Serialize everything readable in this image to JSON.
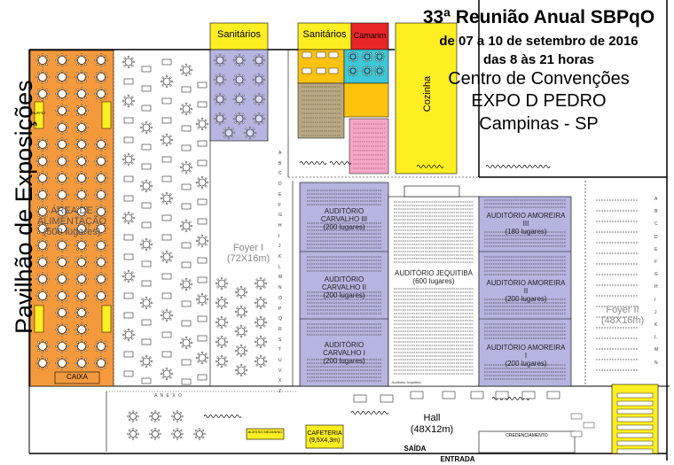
{
  "header": {
    "event": "33ª Reunião Anual SBPqO",
    "dates": "de 07 a 10 de setembro de 2016",
    "hours": "das 8 às 21 horas",
    "venue_1": "Centro de Convenções",
    "venue_2": "EXPO D PEDRO",
    "city": "Campinas - SP"
  },
  "pavilion": "Pavilhão de Exposições",
  "food_area": {
    "name": "ÁREA DE ALIMENTAÇÃO",
    "capacity": "(500 lugares)",
    "cashier": "CAIXA",
    "buffet": "BUFFET"
  },
  "restrooms": {
    "left": "Sanitários",
    "right": "Sanitários",
    "dressing": "Camarim"
  },
  "kitchen": "Cozinha",
  "foyer_1": {
    "name": "Foyer I",
    "size": "(72X16m)"
  },
  "foyer_2": {
    "name": "Foyer II",
    "size": "(48X16m)"
  },
  "auditoria": {
    "carvalho_3": {
      "name": "AUDITÓRIO CARVALHO III",
      "seats": "(200 lugares)"
    },
    "carvalho_2": {
      "name": "AUDITÓRIO CARVALHO II",
      "seats": "(200 lugares)"
    },
    "carvalho_1": {
      "name": "AUDITÓRIO CARVALHO I",
      "seats": "(200 lugares)"
    },
    "jequitiba": {
      "name": "AUDITÓRIO JEQUITIBÁ",
      "seats": "(600 lugares)"
    },
    "amoreira_3": {
      "name": "AUDITÓRIO AMOREIRA III",
      "seats": "(180 lugares)"
    },
    "amoreira_2": {
      "name": "AUDITÓRIO AMOREIRA II",
      "seats": "(200 lugares)"
    },
    "amoreira_1": {
      "name": "AUDITÓRIO AMOREIRA I",
      "seats": "(200 lugares)"
    },
    "jequitiba_footer": "Auditório Jequitibá"
  },
  "hall": {
    "name": "Hall",
    "size": "(48X12m)"
  },
  "cafeteria": {
    "name": "CAFETERIA",
    "size": "(9,5X4,3m)"
  },
  "annex": "A N E X O",
  "mezzanine": "ACESSO MEZANINO",
  "credentialing": "CREDENCIAMENTO",
  "exit": "SAÍDA",
  "entrance": "ENTRADA",
  "grid_letters_foyer1": [
    "A",
    "B",
    "C",
    "D",
    "E",
    "F",
    "G",
    "H",
    "I",
    "J",
    "K",
    "L",
    "M",
    "N",
    "O",
    "P",
    "Q",
    "R",
    "S",
    "T",
    "U",
    "V",
    "X",
    "Z"
  ],
  "grid_letters_foyer2": [
    "A",
    "B",
    "C",
    "D",
    "E",
    "F",
    "G",
    "H",
    "I",
    "J",
    "K",
    "L",
    "M",
    "N"
  ],
  "colors": {
    "food_area": "#f59a3c",
    "auditorium": "#b6b4e0",
    "restroom_yellow": "#ffee22",
    "dressing_red": "#e8262a",
    "kitchen": "#ffee22",
    "room_teal": "#3ec7d6",
    "room_brown": "#b8a884",
    "room_pink": "#f5a6c6"
  }
}
